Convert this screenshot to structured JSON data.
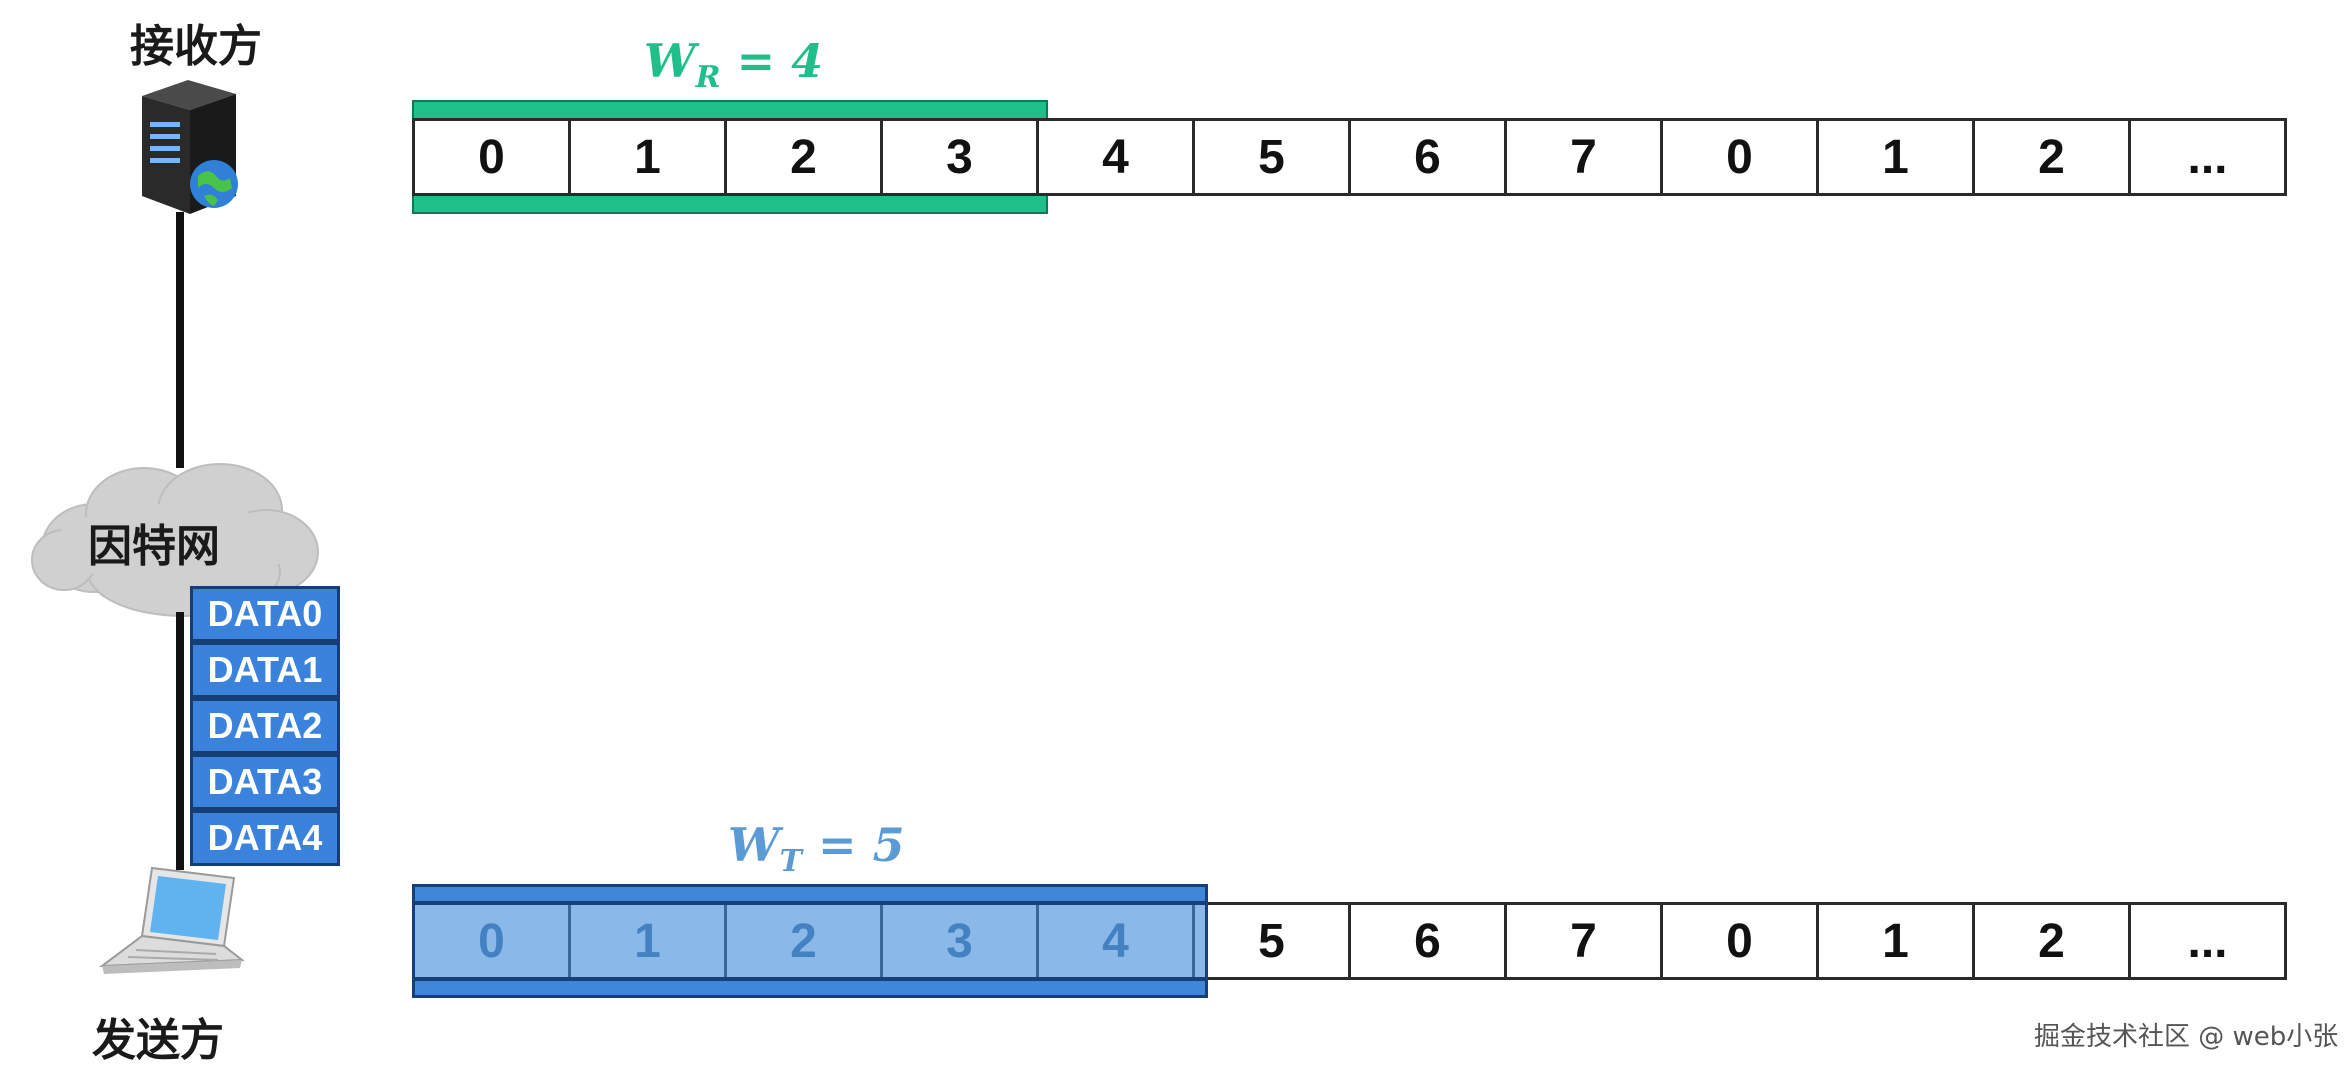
{
  "receiver": {
    "label": "接收方"
  },
  "internet": {
    "label": "因特网"
  },
  "sender": {
    "label": "发送方"
  },
  "receive_window": {
    "name": "W",
    "sub": "R",
    "rest": " = 4",
    "size": 4,
    "color": "#1fbf8a"
  },
  "send_window": {
    "name": "W",
    "sub": "T",
    "rest": " = 5",
    "size": 5,
    "color": "#5b9bd5"
  },
  "receiver_sequence": [
    "0",
    "1",
    "2",
    "3",
    "4",
    "5",
    "6",
    "7",
    "0",
    "1",
    "2",
    "..."
  ],
  "sender_sequence": [
    "0",
    "1",
    "2",
    "3",
    "4",
    "5",
    "6",
    "7",
    "0",
    "1",
    "2",
    "..."
  ],
  "packets": [
    "DATA0",
    "DATA1",
    "DATA2",
    "DATA3",
    "DATA4"
  ],
  "watermark": "掘金技术社区 @ web小张"
}
